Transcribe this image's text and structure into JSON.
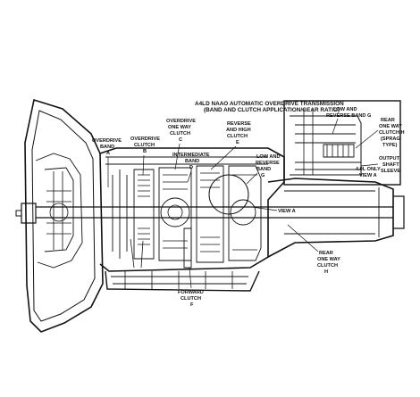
{
  "diagram": {
    "title_line1": "A4LD NAAO AUTOMATIC OVERDRIVE TRANSMISSION",
    "title_line2": "(BAND AND CLUTCH APPLICATION/GEAR RATIO)",
    "labels": {
      "overdrive_band": [
        "OVERDRIVE",
        "BAND",
        "A"
      ],
      "overdrive_clutch": [
        "OVERDRIVE",
        "CLUTCH",
        "B"
      ],
      "overdrive_one_way_clutch": [
        "OVERDRIVE",
        "ONE WAY",
        "CLUTCH",
        "C"
      ],
      "intermediate_band": [
        "INTERMEDIATE",
        "BAND",
        "D"
      ],
      "reverse_high_clutch": [
        "REVERSE",
        "AND HIGH",
        "CLUTCH",
        "E"
      ],
      "low_reverse_band": [
        "LOW AND",
        "REVERSE",
        "BAND",
        "G"
      ],
      "rear_one_way_clutch": [
        "REAR",
        "ONE WAY",
        "CLUTCH",
        "H"
      ],
      "forward_clutch": [
        "FORWARD",
        "CLUTCH",
        "F"
      ],
      "view_a": "VIEW A"
    },
    "inset": {
      "low_reverse_band": [
        "LOW AND",
        "REVERSE BAND G"
      ],
      "rear_one_way_clutch": [
        "REAR",
        "ONE WAY",
        "CLUTCH H",
        "(SPRAG",
        "TYPE)"
      ],
      "output_shaft_sleeve": [
        "OUTPUT",
        "SHAFT",
        "SLEEVE"
      ],
      "caption": [
        "4.0L ONLY",
        "VIEW A"
      ]
    }
  }
}
